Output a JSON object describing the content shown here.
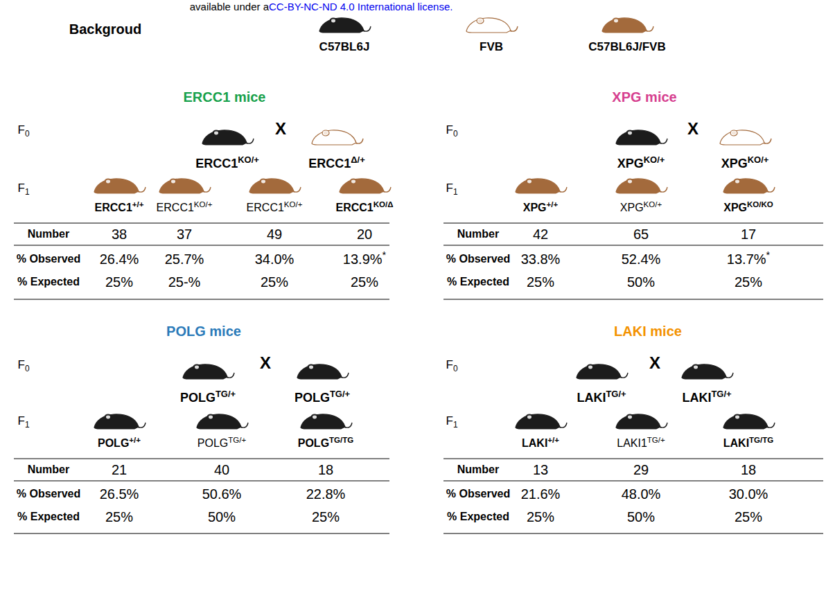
{
  "diagram": {
    "labels": [
      "available under a",
      "CC-BY-NC-ND 4.0 International license.",
      "Backgroud",
      "C57BL6J",
      "FVB",
      "C57BL6J/FVB",
      "ERCC1 mice",
      "F0",
      "X",
      "ERCC1KO/+",
      "ERCC1Δ/+",
      "F1",
      "ERCC1+/+",
      "ERCC1KO/+",
      "ERCC1KO/+",
      "ERCC1KO/Δ",
      "Number",
      "38",
      "37",
      "49",
      "20",
      "% Observed",
      "26.4%",
      "25.7%",
      "34.0%",
      "13.9%*",
      "% Expected",
      "25%",
      "25-%",
      "25%",
      "25%",
      "XPG mice",
      "F0",
      "X",
      "XPGKO/+",
      "XPGKO/+",
      "F1",
      "XPG+/+",
      "XPGKO/+",
      "XPGKO/KO",
      "Number",
      "42",
      "65",
      "17",
      "% Observed",
      "33.8%",
      "52.4%",
      "13.7%*",
      "% Expected",
      "25%",
      "50%",
      "25%",
      "POLG mice",
      "F0",
      "X",
      "POLGTG/+",
      "POLGTG/+",
      "F1",
      "POLG+/+",
      "POLGTG/+",
      "POLGTG/TG",
      "Number",
      "21",
      "40",
      "18",
      "% Observed",
      "26.5%",
      "50.6%",
      "22.8%",
      "% Expected",
      "25%",
      "50%",
      "25%",
      "LAKI mice",
      "F0",
      "X",
      "LAKITG/+",
      "LAKITG/+",
      "F1",
      "LAKI+/+",
      "LAKI1TG/+",
      "LAKITG/TG",
      "Number",
      "13",
      "29",
      "18",
      "% Observed",
      "21.6%",
      "48.0%",
      "30.0%",
      "% Expected",
      "25%",
      "50%",
      "25%"
    ]
  }
}
